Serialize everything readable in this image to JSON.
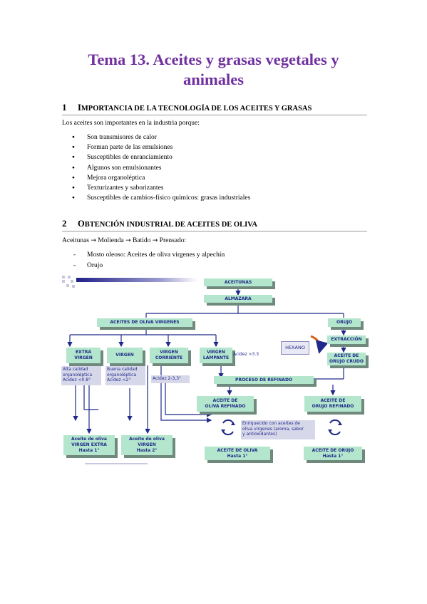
{
  "title_line1": "Tema 13. Aceites y grasas vegetales y",
  "title_line2": "animales",
  "section1": {
    "num": "1",
    "cap": "I",
    "rest": "MPORTANCIA DE LA TECNOLOGÍA DE LOS ACEITES Y GRASAS"
  },
  "section1_intro": "Los aceites son importantes en la industria porque:",
  "bullets": [
    "Son transmisores de calor",
    "Forman parte de las emulsiones",
    "Susceptibles de enranciamiento",
    "Algunos son emulsionantes",
    "Mejora organoléptica",
    "Texturizantes y saborizantes",
    "Susceptibles de cambios-físico químicos: grasas industriales"
  ],
  "section2": {
    "num": "2",
    "cap": "O",
    "rest": "BTENCIÓN INDUSTRIAL DE ACEITES DE OLIVA"
  },
  "process": {
    "step1": "Aceitunas",
    "step2": "Molienda",
    "step3": "Batido",
    "step4": "Prensado:",
    "arrow": "→"
  },
  "dash_items": [
    "Mosto oleoso: Aceites de oliva vírgenes y alpechín",
    "Orujo"
  ],
  "diagram": {
    "aceitunas": "ACEITUNAS",
    "almazara": "ALMAZARA",
    "aceites_virgenes": "ACEITES DE OLIVA VIRGENES",
    "orujo": "ORUJO",
    "extraccion": "EXTRACCIÓN",
    "hexano": "HEXANO",
    "aceite_orujo_crudo_1": "ACEITE DE",
    "aceite_orujo_crudo_2": "ORUJO CRUDO",
    "extra_virgen_1": "EXTRA",
    "extra_virgen_2": "VIRGEN",
    "virgen": "VIRGEN",
    "corriente_1": "VIRGEN",
    "corriente_2": "CORRIENTE",
    "lampante_1": "VIRGEN",
    "lampante_2": "LAMPANTE",
    "acidez_lampante": "Acidez >3.3",
    "note_extra_1": "Alta calidad",
    "note_extra_2": "organoléptica",
    "note_extra_3": "Acidez <0.8°",
    "note_virgen_1": "Buena calidad",
    "note_virgen_2": "organoléptica",
    "note_virgen_3": "Acidez <2°",
    "note_corriente": "Acidez 2-3,3°",
    "proceso_refinado": "PROCESO DE REFINADO",
    "oliva_refinado_1": "ACEITE DE",
    "oliva_refinado_2": "OLIVA REFINADO",
    "orujo_refinado_1": "ACEITE DE",
    "orujo_refinado_2": "ORUJO REFINADO",
    "enriquecido_1": "Enriquecido con aceites de",
    "enriquecido_2": "oliva vírgenes (aroma, sabor",
    "enriquecido_3": "y antioxidantes)",
    "final_extra_1": "Aceite de oliva",
    "final_extra_2": "VIRGEN EXTRA",
    "final_extra_3": "Hasta 1°",
    "final_virgen_1": "Aceite de oliva",
    "final_virgen_2": "VIRGEN",
    "final_virgen_3": "Hasta 2°",
    "final_oliva_1": "ACEITE DE OLIVA",
    "final_oliva_2": "Hasta 1°",
    "final_orujo_1": "ACEITE DE ORUJO",
    "final_orujo_2": "Hasta 1°"
  },
  "colors": {
    "title": "#7030A0",
    "box": "#b3e6cc",
    "box_text": "#1f2a8a",
    "arrow": "#1f2a8a",
    "note": "#d7d7ea"
  }
}
